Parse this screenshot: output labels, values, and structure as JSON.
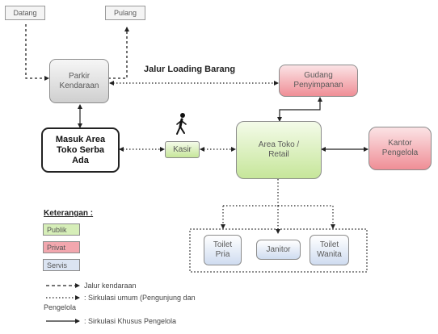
{
  "nodes": {
    "datang": "Datang",
    "pulang": "Pulang",
    "parkir": [
      "Parkir",
      "Kendaraan"
    ],
    "gudang": [
      "Gudang",
      "Penyimpanan"
    ],
    "masuk": [
      "Masuk Area",
      "Toko Serba",
      "Ada"
    ],
    "kasir": "Kasir",
    "area_toko": [
      "Area Toko /",
      "Retail"
    ],
    "kantor": [
      "Kantor",
      "Pengelola"
    ],
    "toilet_pria": [
      "Toilet",
      "Pria"
    ],
    "janitor": "Janitor",
    "toilet_wanita": [
      "Toilet",
      "Wanita"
    ]
  },
  "labels": {
    "loading": "Jalur Loading Barang"
  },
  "legend": {
    "title": "Keterangan :",
    "zones": [
      {
        "label": "Publik",
        "color": "#d6eeb8"
      },
      {
        "label": "Privat",
        "color": "#f2a7ae"
      },
      {
        "label": "Servis",
        "color": "#dbe4f2"
      }
    ],
    "lines": [
      {
        "style": "dashed",
        "text": "Jalur kendaraan"
      },
      {
        "style": "dotted",
        "text": ": Sirkulasi umum (Pengunjung dan",
        "text2": "Pengelola"
      },
      {
        "style": "solid",
        "text": ": Sirkulasi Khusus Pengelola"
      }
    ]
  },
  "colors": {
    "publik": "#c6e69a",
    "privat": "#ef8e96",
    "servis": "#cfdcf0",
    "netral": "#d4d4d4"
  },
  "icons": {
    "pedestrian": "walking-person-icon"
  }
}
